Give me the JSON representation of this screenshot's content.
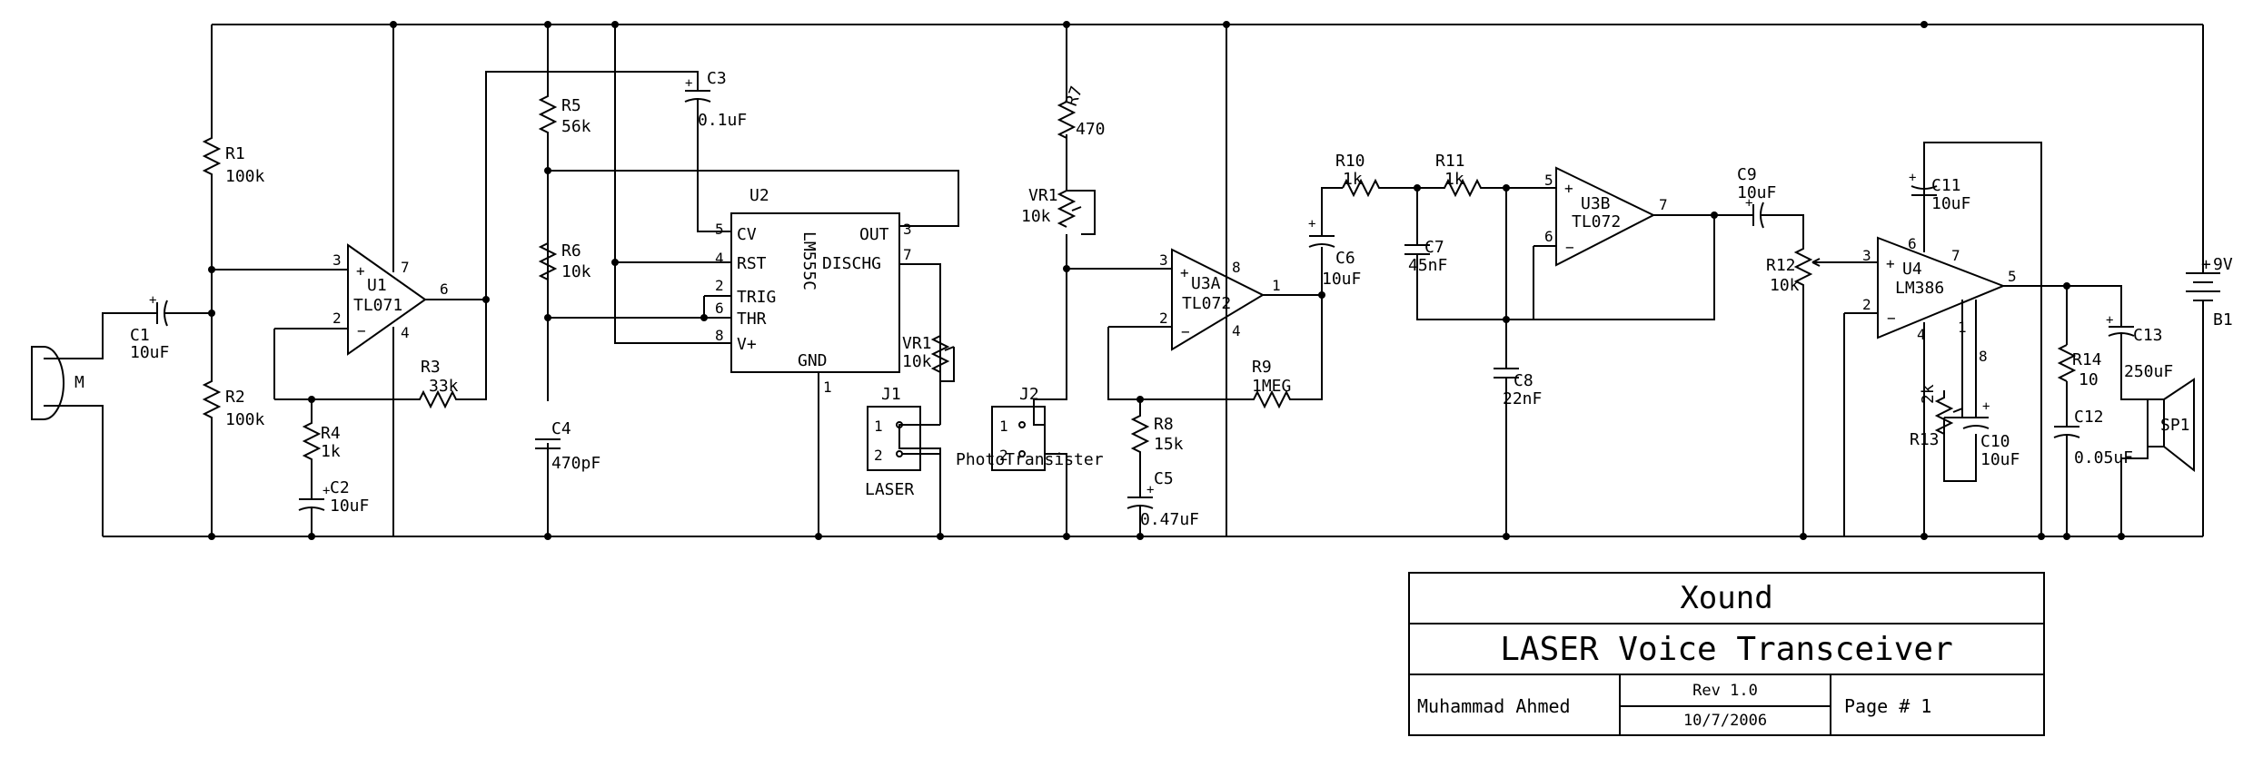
{
  "title_block": {
    "company": "Xound",
    "title": "LASER Voice Transceiver",
    "author": "Muhammad Ahmed",
    "revision": "Rev 1.0",
    "date": "10/7/2006",
    "page": "Page # 1"
  },
  "components": {
    "mic": "M",
    "c1": {
      "ref": "C1",
      "value": "10uF"
    },
    "r1": {
      "ref": "R1",
      "value": "100k"
    },
    "r2": {
      "ref": "R2",
      "value": "100k"
    },
    "u1": {
      "ref": "U1",
      "part": "TL071"
    },
    "r3": {
      "ref": "R3",
      "value": "33k"
    },
    "r4": {
      "ref": "R4",
      "value": "1k"
    },
    "c2": {
      "ref": "C2",
      "value": "10uF"
    },
    "c3": {
      "ref": "C3",
      "value": "0.1uF"
    },
    "r5": {
      "ref": "R5",
      "value": "56k"
    },
    "r6": {
      "ref": "R6",
      "value": "10k"
    },
    "c4": {
      "ref": "C4",
      "value": "470pF"
    },
    "u2": {
      "ref": "U2",
      "part": "LM555C",
      "cv": "CV",
      "rst": "RST",
      "trig": "TRIG",
      "thr": "THR",
      "vplus": "V+",
      "out": "OUT",
      "dischg": "DISCHG",
      "gnd": "GND"
    },
    "vr1a": {
      "ref": "VR1",
      "value": "10k"
    },
    "j1": {
      "ref": "J1",
      "name": "LASER"
    },
    "r7": {
      "ref": "R7",
      "value": "470"
    },
    "vr1b": {
      "ref": "VR1",
      "value": "10k"
    },
    "j2": {
      "ref": "J2",
      "name": "PhotoTransister"
    },
    "u3a": {
      "ref": "U3A",
      "part": "TL072"
    },
    "r8": {
      "ref": "R8",
      "value": "15k"
    },
    "c5": {
      "ref": "C5",
      "value": "0.47uF"
    },
    "r9": {
      "ref": "R9",
      "value": "1MEG"
    },
    "c6": {
      "ref": "C6",
      "value": "10uF"
    },
    "r10": {
      "ref": "R10",
      "value": "1k"
    },
    "r11": {
      "ref": "R11",
      "value": "1k"
    },
    "c7": {
      "ref": "C7",
      "value": "45nF"
    },
    "c8": {
      "ref": "C8",
      "value": "22nF"
    },
    "u3b": {
      "ref": "U3B",
      "part": "TL072"
    },
    "c9": {
      "ref": "C9",
      "value": "10uF"
    },
    "r12": {
      "ref": "R12",
      "value": "10k"
    },
    "u4": {
      "ref": "U4",
      "part": "LM386"
    },
    "c11": {
      "ref": "C11",
      "value": "10uF"
    },
    "r13": {
      "ref": "R13",
      "value": "2k"
    },
    "c10": {
      "ref": "C10",
      "value": "10uF"
    },
    "r14": {
      "ref": "R14",
      "value": "10"
    },
    "c12": {
      "ref": "C12",
      "value": "0.05uF"
    },
    "c13": {
      "ref": "C13",
      "value": "250uF"
    },
    "sp1": "SP1",
    "b1": {
      "ref": "B1",
      "value": "9V"
    }
  },
  "pins": {
    "p1": "1",
    "p2": "2",
    "p3": "3",
    "p4": "4",
    "p5": "5",
    "p6": "6",
    "p7": "7",
    "p8": "8",
    "plus": "+",
    "minus": "−"
  }
}
